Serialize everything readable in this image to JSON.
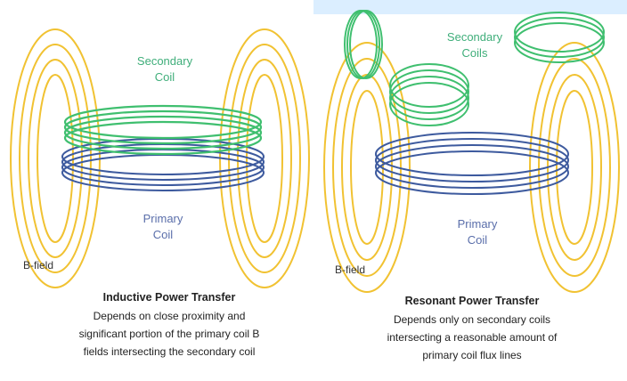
{
  "colors": {
    "b_field": "#f1c232",
    "secondary": "#3fbf6f",
    "primary": "#3d5a9e",
    "label_green": "#3fae7a",
    "label_blue": "#5a6eaa",
    "label_dark": "#333333",
    "top_band": "#dbeeff"
  },
  "left_panel": {
    "secondary_label_1": "Secondary",
    "secondary_label_2": "Coil",
    "primary_label_1": "Primary",
    "primary_label_2": "Coil",
    "bfield_label": "B-field",
    "title": "Inductive Power Transfer",
    "description": "Depends on close proximity and\nsignificant portion of the primary coil B\nfields intersecting the secondary coil"
  },
  "right_panel": {
    "secondary_label_1": "Secondary",
    "secondary_label_2": "Coils",
    "primary_label_1": "Primary",
    "primary_label_2": "Coil",
    "bfield_label": "B-field",
    "title": "Resonant Power Transfer",
    "description": "Depends only on secondary coils\nintersecting a reasonable amount of\nprimary coil flux lines"
  }
}
